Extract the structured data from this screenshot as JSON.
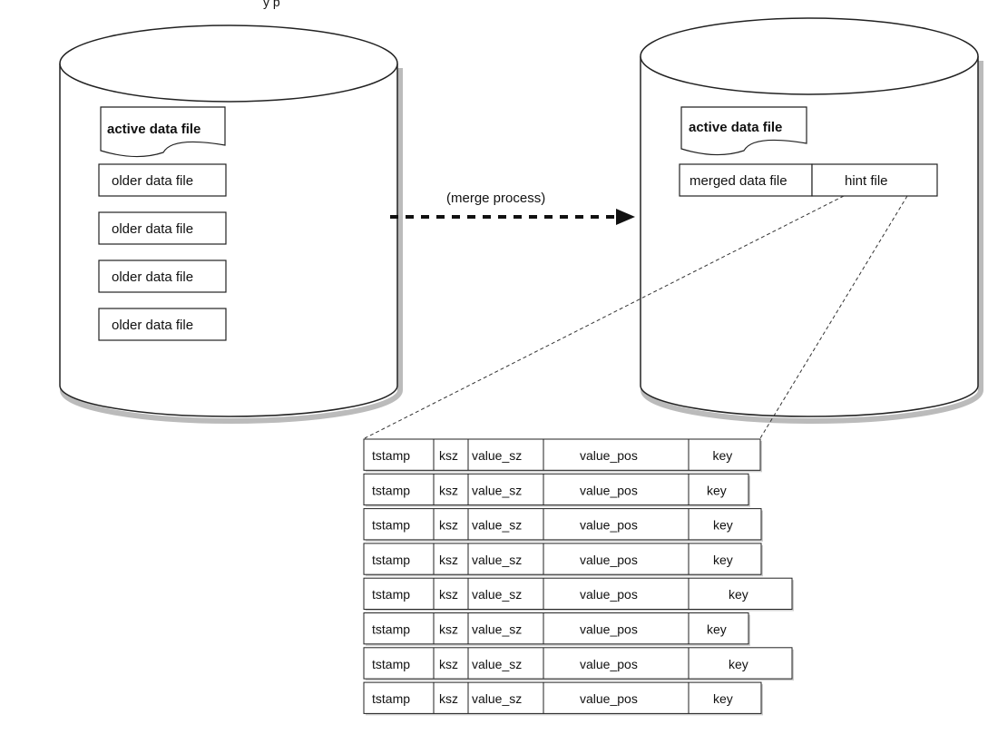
{
  "header_partial_text": "y        p",
  "left_store": {
    "active_file": "active data file",
    "older_files": [
      "older data file",
      "older data file",
      "older data file",
      "older data file"
    ]
  },
  "merge_label": "(merge process)",
  "right_store": {
    "active_file": "active data file",
    "merged_file": "merged data file",
    "hint_file": "hint file"
  },
  "hint_table": {
    "columns": [
      "tstamp",
      "ksz",
      "value_sz",
      "value_pos",
      "key"
    ],
    "rows": [
      [
        "tstamp",
        "ksz",
        "value_sz",
        "value_pos",
        "key"
      ],
      [
        "tstamp",
        "ksz",
        "value_sz",
        "value_pos",
        "key"
      ],
      [
        "tstamp",
        "ksz",
        "value_sz",
        "value_pos",
        "key"
      ],
      [
        "tstamp",
        "ksz",
        "value_sz",
        "value_pos",
        "key"
      ],
      [
        "tstamp",
        "ksz",
        "value_sz",
        "value_pos",
        "key"
      ],
      [
        "tstamp",
        "ksz",
        "value_sz",
        "value_pos",
        "key"
      ],
      [
        "tstamp",
        "ksz",
        "value_sz",
        "value_pos",
        "key"
      ],
      [
        "tstamp",
        "ksz",
        "value_sz",
        "value_pos",
        "key"
      ]
    ],
    "key_cell_widths_variable": true
  },
  "colors": {
    "stroke": "#222222",
    "shadow": "#bbbbbb",
    "background": "#ffffff"
  }
}
